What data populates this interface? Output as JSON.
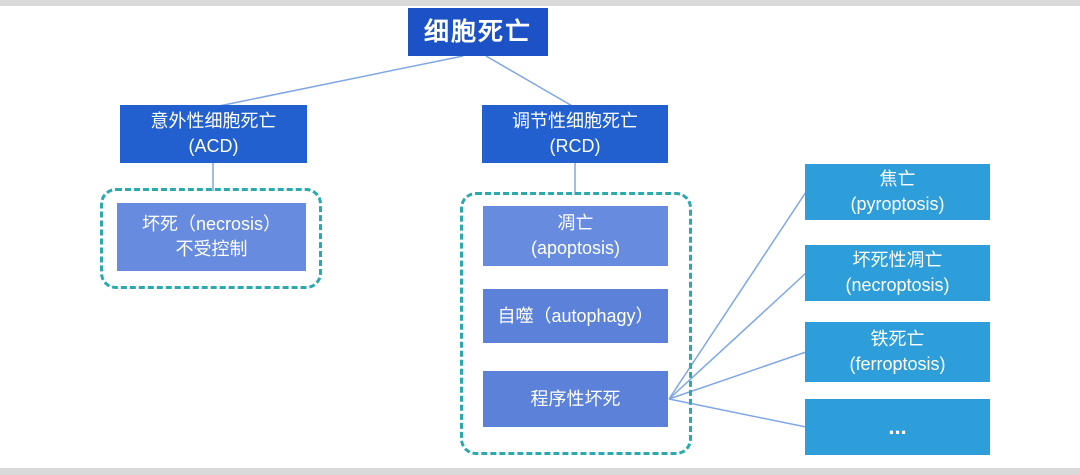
{
  "nodes": {
    "cell_death": {
      "line1": "细胞死亡"
    },
    "acd": {
      "line1": "意外性细胞死亡",
      "line2": "(ACD)"
    },
    "rcd": {
      "line1": "调节性细胞死亡",
      "line2": "(RCD)"
    },
    "necrosis": {
      "line1": "坏死（necrosis）",
      "line2": "不受控制"
    },
    "apoptosis": {
      "line1": "凋亡",
      "line2": "(apoptosis)"
    },
    "autophagy": {
      "line1": "自噬（autophagy）"
    },
    "programmed_necrosis": {
      "line1": "程序性坏死"
    },
    "pyroptosis": {
      "line1": "焦亡",
      "line2": "(pyroptosis)"
    },
    "necroptosis": {
      "line1": "坏死性凋亡",
      "line2": "(necroptosis)"
    },
    "ferroptosis": {
      "line1": "铁死亡",
      "line2": "(ferroptosis)"
    },
    "others": {
      "line1": "..."
    }
  },
  "colors": {
    "root_box": "#1c52c6",
    "branch_box": "#2160ce",
    "light_inner_box": "#678cdf",
    "mid_inner_box": "#5b82d8",
    "right_box": "#2d9ed9",
    "dashed_border": "#2aa9ae",
    "connector_line": "#7fa7e6"
  }
}
